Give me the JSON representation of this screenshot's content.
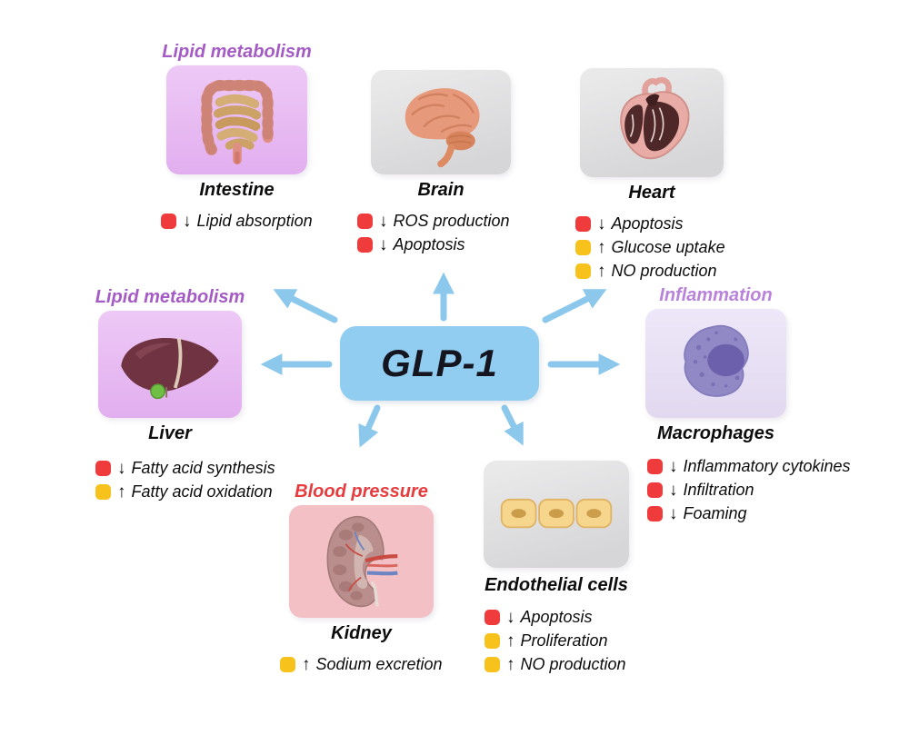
{
  "diagram": {
    "center_label": "GLP-1"
  },
  "groups": [
    {
      "key": "intestine",
      "heading": "Lipid metabolism",
      "organ": "Intestine",
      "items": [
        {
          "marker": "red",
          "arrow": "↓",
          "text": "Lipid absorption"
        }
      ]
    },
    {
      "key": "brain",
      "heading": "",
      "organ": "Brain",
      "items": [
        {
          "marker": "red",
          "arrow": "↓",
          "text": "ROS production"
        },
        {
          "marker": "red",
          "arrow": "↓",
          "text": "Apoptosis"
        }
      ]
    },
    {
      "key": "heart",
      "heading": "",
      "organ": "Heart",
      "items": [
        {
          "marker": "red",
          "arrow": "↓",
          "text": "Apoptosis"
        },
        {
          "marker": "yellow",
          "arrow": "↑",
          "text": "Glucose uptake"
        },
        {
          "marker": "yellow",
          "arrow": "↑",
          "text": "NO production"
        }
      ]
    },
    {
      "key": "liver",
      "heading": "Lipid metabolism",
      "organ": "Liver",
      "items": [
        {
          "marker": "red",
          "arrow": "↓",
          "text": "Fatty acid synthesis"
        },
        {
          "marker": "yellow",
          "arrow": "↑",
          "text": "Fatty acid oxidation"
        }
      ]
    },
    {
      "key": "macrophages",
      "heading": "Inflammation",
      "organ": "Macrophages",
      "items": [
        {
          "marker": "red",
          "arrow": "↓",
          "text": "Inflammatory cytokines"
        },
        {
          "marker": "red",
          "arrow": "↓",
          "text": "Infiltration"
        },
        {
          "marker": "red",
          "arrow": "↓",
          "text": "Foaming"
        }
      ]
    },
    {
      "key": "kidney",
      "heading": "Blood pressure",
      "organ": "Kidney",
      "items": [
        {
          "marker": "yellow",
          "arrow": "↑",
          "text": "Sodium excretion"
        }
      ]
    },
    {
      "key": "endothelial",
      "heading": "",
      "organ": "Endothelial cells",
      "items": [
        {
          "marker": "red",
          "arrow": "↓",
          "text": "Apoptosis"
        },
        {
          "marker": "yellow",
          "arrow": "↑",
          "text": "Proliferation"
        },
        {
          "marker": "yellow",
          "arrow": "↑",
          "text": "NO production"
        }
      ]
    }
  ],
  "colors": {
    "red_marker": "#EF3B3B",
    "yellow_marker": "#F8C21C",
    "arrow_blue": "#8CC7EC",
    "glp_box": "#90CDF1",
    "glp_text": "#15151F",
    "purple_heading": "#A55BC5",
    "lilac_heading": "#B983DC",
    "red_heading": "#E73C3E"
  }
}
